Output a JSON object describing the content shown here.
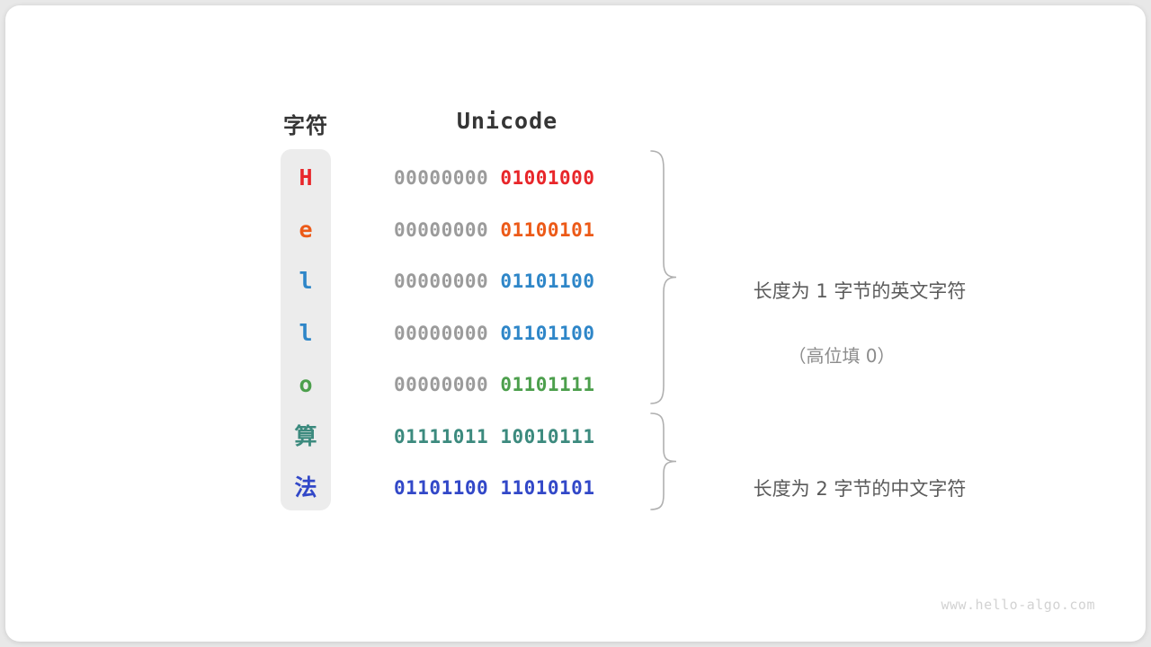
{
  "headers": {
    "character": "字符",
    "unicode": "Unicode"
  },
  "colors": {
    "high_byte_gray": "#9b9b9b",
    "panel_gray": "#ececec",
    "annotation_gray": "#5a5a5a",
    "annotation_sub_gray": "#8c8c8c",
    "watermark_gray": "#d2d2d2",
    "card_white": "#ffffff",
    "page_gray": "#e8e8e8"
  },
  "rows": [
    {
      "char": "H",
      "color": "#e8262a",
      "high": "00000000",
      "low": "01001000",
      "cjk": false
    },
    {
      "char": "e",
      "color": "#ec5a18",
      "high": "00000000",
      "low": "01100101",
      "cjk": false
    },
    {
      "char": "l",
      "color": "#2e86c8",
      "high": "00000000",
      "low": "01101100",
      "cjk": false
    },
    {
      "char": "l",
      "color": "#2e86c8",
      "high": "00000000",
      "low": "01101100",
      "cjk": false
    },
    {
      "char": "o",
      "color": "#4c9f4c",
      "high": "00000000",
      "low": "01101111",
      "cjk": false
    },
    {
      "char": "算",
      "color": "#3c8a7e",
      "high": "01111011",
      "low": "10010111",
      "cjk": true
    },
    {
      "char": "法",
      "color": "#3248c8",
      "high": "01101100",
      "low": "11010101",
      "cjk": true
    }
  ],
  "annotations": [
    {
      "main": "长度为 1 字节的英文字符",
      "sub": "（高位填 0）"
    },
    {
      "main": "长度为 2 字节的中文字符",
      "sub": ""
    }
  ],
  "watermark": "www.hello-algo.com"
}
